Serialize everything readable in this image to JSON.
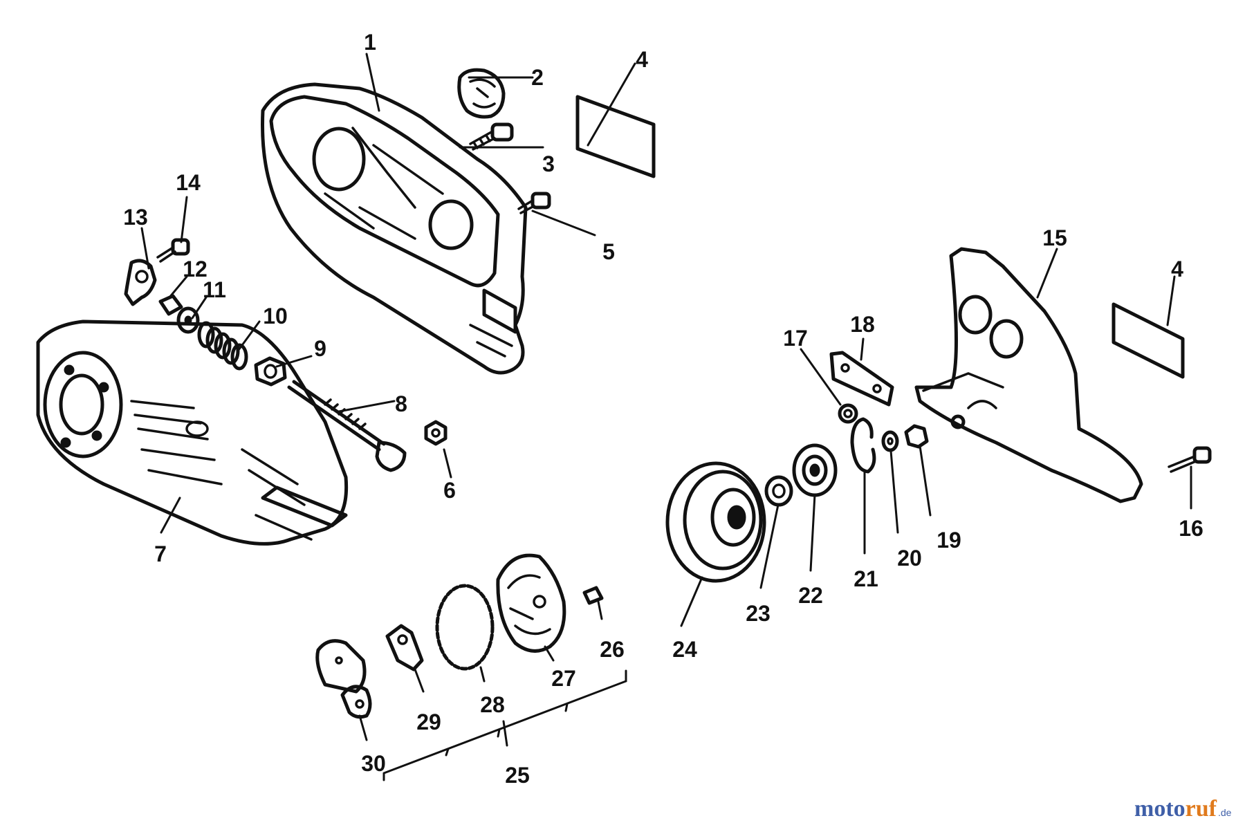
{
  "callouts": {
    "c1": "1",
    "c2": "2",
    "c3": "3",
    "c4a": "4",
    "c4b": "4",
    "c5": "5",
    "c6": "6",
    "c7": "7",
    "c8": "8",
    "c9": "9",
    "c10": "10",
    "c11": "11",
    "c12": "12",
    "c13": "13",
    "c14": "14",
    "c15": "15",
    "c16": "16",
    "c17": "17",
    "c18": "18",
    "c19": "19",
    "c20": "20",
    "c21": "21",
    "c22": "22",
    "c23": "23",
    "c24": "24",
    "c25": "25",
    "c26": "26",
    "c27": "27",
    "c28": "28",
    "c29": "29",
    "c30": "30"
  },
  "watermark": {
    "part1": "moto",
    "part2": "ruf",
    "suffix": ".de"
  },
  "colors": {
    "line": "#111111",
    "watermark_blue": "#3f5fa8",
    "watermark_orange": "#e07a1c"
  }
}
